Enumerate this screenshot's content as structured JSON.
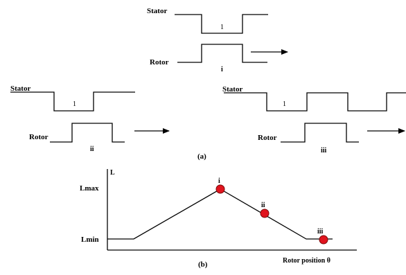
{
  "part_a": {
    "config_i": {
      "stator_label": "Stator",
      "rotor_label": "Rotor",
      "tooth_label": "1",
      "roman": "i"
    },
    "config_ii": {
      "stator_label": "Stator",
      "rotor_label": "Rotor",
      "tooth_label": "1",
      "roman": "ii"
    },
    "config_iii": {
      "stator_label": "Stator",
      "rotor_label": "Rotor",
      "tooth_label": "1",
      "roman": "iii"
    },
    "caption": "(a)"
  },
  "part_b": {
    "y_axis_label": "L",
    "lmax_label": "Lmax",
    "lmin_label": "Lmin",
    "x_axis_label": "Rotor position θ",
    "points": [
      {
        "label": "i",
        "level": "max"
      },
      {
        "label": "ii",
        "level": "between"
      },
      {
        "label": "iii",
        "level": "min"
      }
    ],
    "marker_color": "#e0141e",
    "caption": "(b)"
  }
}
